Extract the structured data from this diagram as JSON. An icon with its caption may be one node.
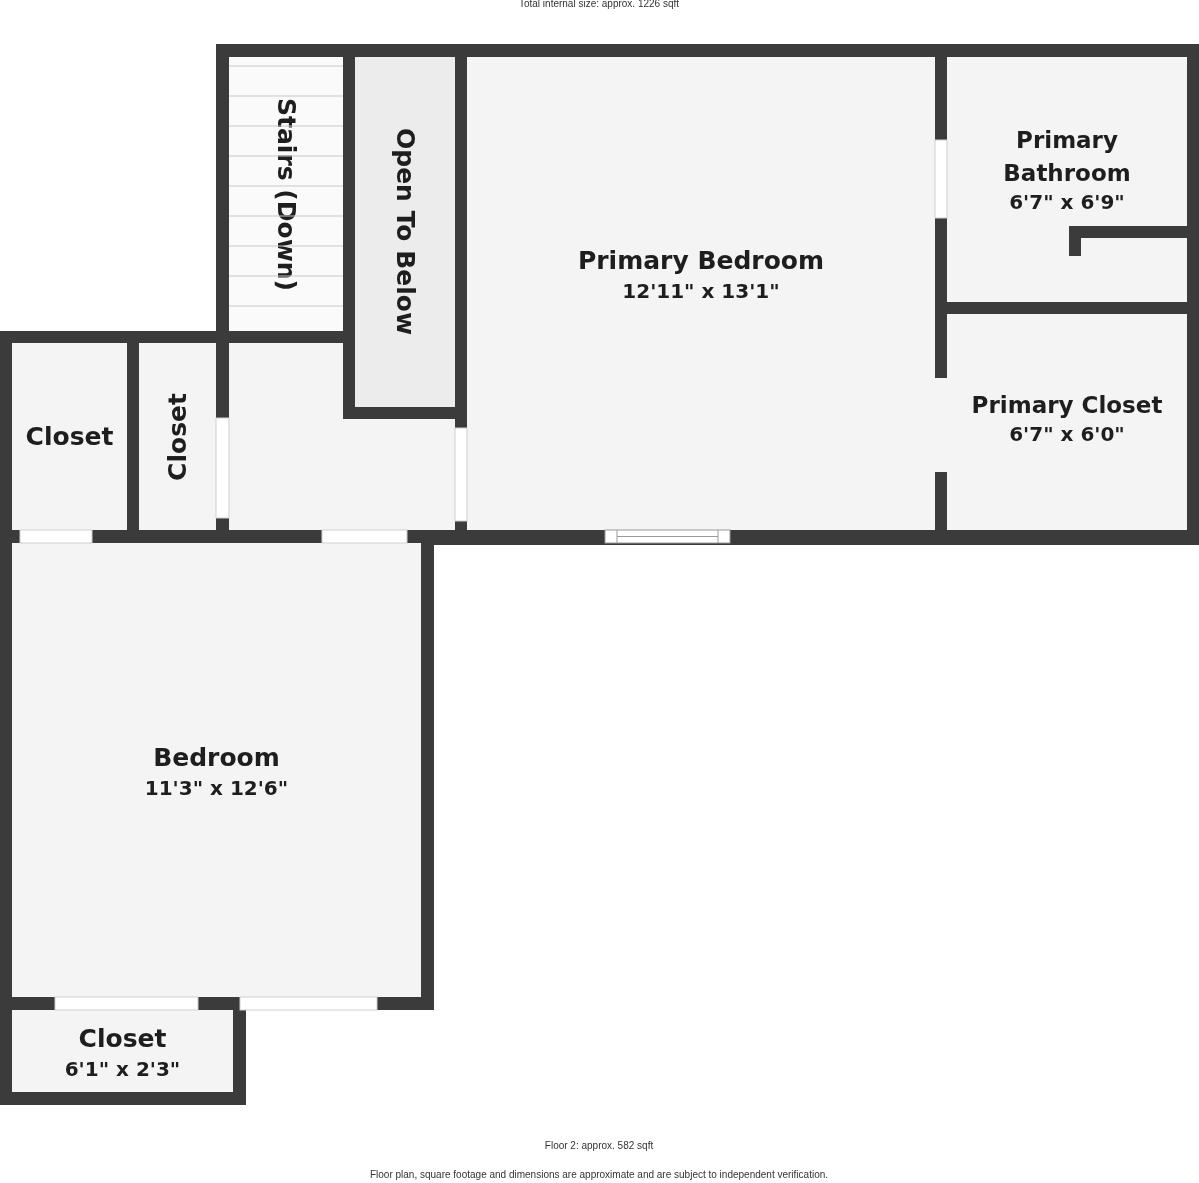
{
  "diagram": {
    "title": "Total internal size: approx. 1226 sqft",
    "nodes": [
      {
        "text": [
          "Stairs (Down)"
        ]
      },
      {
        "text": [
          "Open To Below"
        ]
      },
      {
        "text": [
          "Primary Bedroom",
          "12'11\" x 13'1\""
        ]
      },
      {
        "text": [
          "Primary Bathroom",
          "6'7\" x 6'9\""
        ]
      },
      {
        "text": [
          "Primary Closet",
          "6'7\" x 6'0\""
        ]
      },
      {
        "text": [
          "Closet"
        ]
      },
      {
        "text": [
          "Closet"
        ]
      },
      {
        "text": [
          "Bedroom",
          "11'3\" x 12'6\""
        ]
      },
      {
        "text": [
          "Closet",
          "6'1\" x 2'3\""
        ]
      }
    ],
    "edges": [],
    "labels": [
      "Floor 2: approx. 582 sqft"
    ],
    "caption": "Floor plan, square footage and dimensions are approximate and are subject to independent verification."
  }
}
